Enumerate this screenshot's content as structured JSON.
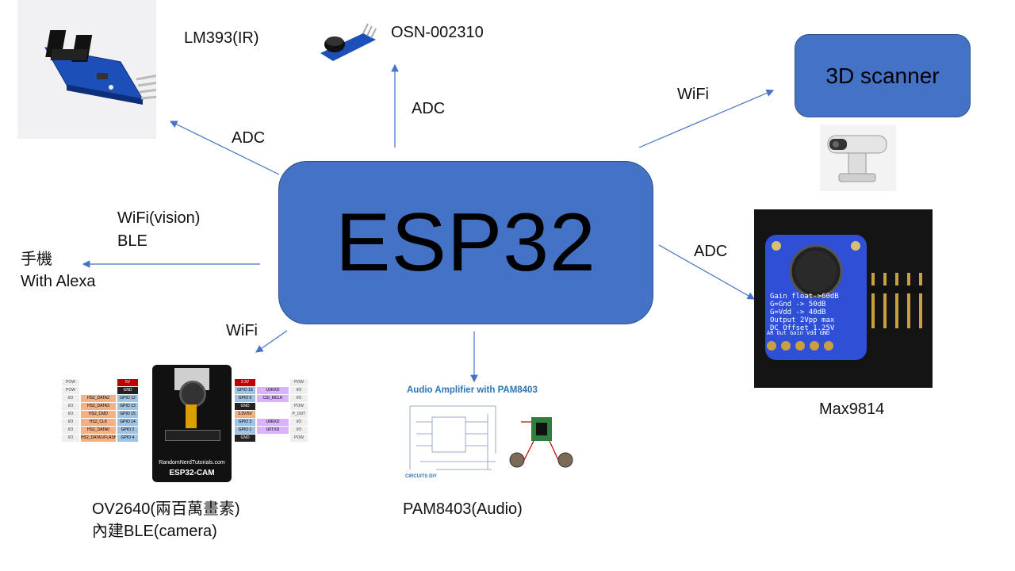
{
  "hub": {
    "label": "ESP32"
  },
  "scanner_box": {
    "label": "3D scanner"
  },
  "nodes": {
    "ir": {
      "name": "LM393(IR)",
      "link": "ADC"
    },
    "buzzer": {
      "name": "OSN-002310",
      "link": "ADC"
    },
    "phone": {
      "name_line1": "手機",
      "name_line2": "With Alexa",
      "link_line1": "WiFi(vision)",
      "link_line2": "BLE"
    },
    "camera": {
      "name_line1": "OV2640(兩百萬畫素)",
      "name_line2": "內建BLE(camera)",
      "link": "WiFi"
    },
    "audio": {
      "name": "PAM8403(Audio)",
      "title": "Audio Amplifier with PAM8403",
      "brand": "CIRCUITS DIY"
    },
    "scanner": {
      "link": "WiFi"
    },
    "mic": {
      "name": "Max9814",
      "link": "ADC",
      "board_text": [
        "Gain float->60dB",
        "G=Gnd -> 50dB",
        "G=Vdd -> 40dB",
        "Output 2Vpp max",
        "DC Offset 1.25V"
      ],
      "pins": [
        "AR",
        "Out",
        "Gain",
        "Vdd",
        "GND"
      ]
    }
  },
  "esp32cam": {
    "site": "RandomNerdTutorials.com",
    "title": "ESP32-CAM",
    "left_pins": [
      {
        "type": "POW",
        "func": "",
        "gpio": "5V"
      },
      {
        "type": "POW",
        "func": "",
        "gpio": "GND"
      },
      {
        "type": "I/O",
        "func": "HS2_DATA2",
        "gpio": "GPIO 12"
      },
      {
        "type": "I/O",
        "func": "HS2_DATA3",
        "gpio": "GPIO 13"
      },
      {
        "type": "I/O",
        "func": "HS2_CMD",
        "gpio": "GPIO 15"
      },
      {
        "type": "I/O",
        "func": "HS2_CLK",
        "gpio": "GPIO 14"
      },
      {
        "type": "I/O",
        "func": "HS2_DATA0",
        "gpio": "GPIO 2"
      },
      {
        "type": "I/O",
        "func": "HS2_DATA1/FLASH",
        "gpio": "GPIO 4"
      }
    ],
    "right_pins": [
      {
        "gpio": "3.3V",
        "func": "",
        "type": "POW"
      },
      {
        "gpio": "GPIO 16",
        "func": "U2RXD",
        "type": "I/O"
      },
      {
        "gpio": "GPIO 0",
        "func": "CSI_MCLK",
        "type": "I/O"
      },
      {
        "gpio": "GND",
        "func": "",
        "type": "POW"
      },
      {
        "gpio": "3.3V/5V",
        "func": "",
        "type": "P_OUT"
      },
      {
        "gpio": "GPIO 3",
        "func": "U0RXD",
        "type": "I/O"
      },
      {
        "gpio": "GPIO 1",
        "func": "U0TXD",
        "type": "I/O"
      },
      {
        "gpio": "GND",
        "func": "",
        "type": "POW"
      }
    ]
  },
  "colors": {
    "hub_fill": "#4472c4",
    "hub_border": "#2f528f",
    "arrow": "#4472c4",
    "pin_red": "#c00000",
    "pin_black": "#222222",
    "pin_blue": "#9dc3e6",
    "pin_orange": "#f4b183",
    "pin_purple": "#d9b3ff"
  }
}
